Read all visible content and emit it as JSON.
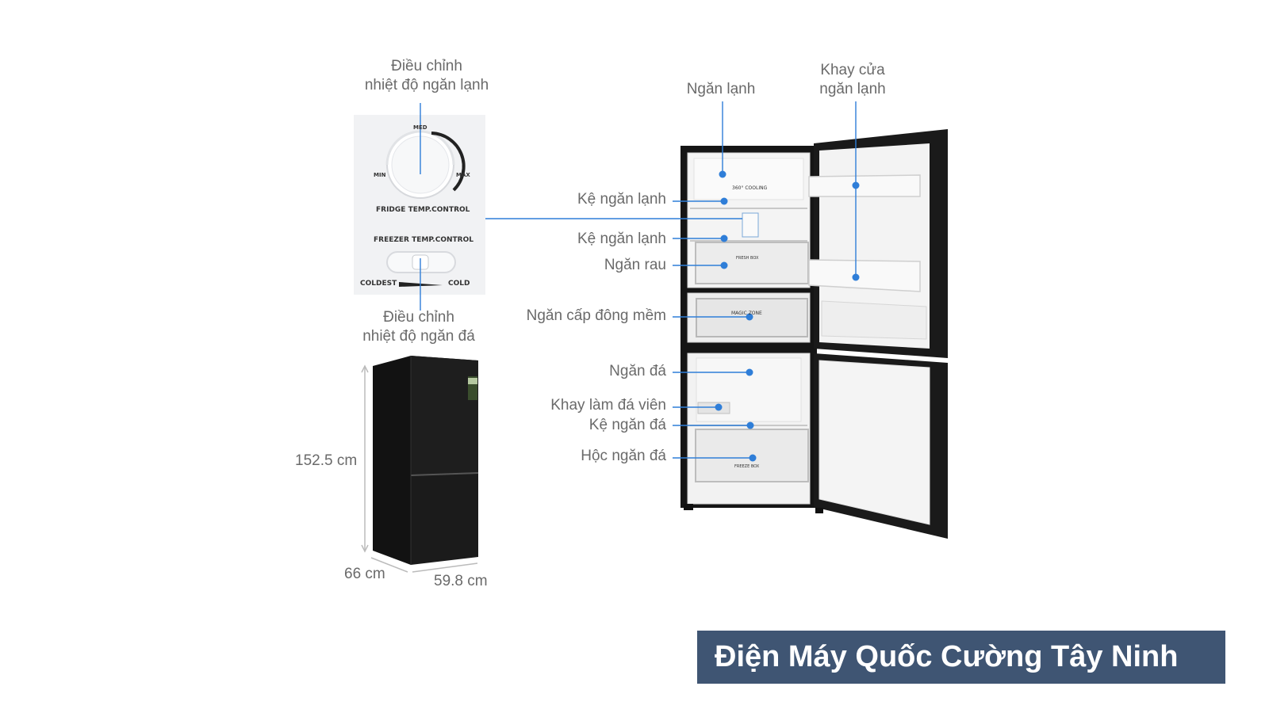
{
  "control_panel": {
    "fridge_adjust_label": "Điều chỉnh\nnhiệt độ ngăn lạnh",
    "freezer_adjust_label": "Điều chỉnh\nnhiệt độ ngăn đá",
    "dial_med": "MED",
    "dial_min": "MIN",
    "dial_max": "MAX",
    "fridge_temp_control": "FRIDGE TEMP.CONTROL",
    "freezer_temp_control": "FREEZER TEMP.CONTROL",
    "coldest": "COLDEST",
    "cold": "COLD"
  },
  "dimensions": {
    "height": "152.5 cm",
    "depth": "66 cm",
    "width": "59.8 cm"
  },
  "fridge_labels": {
    "ngan_lanh": "Ngăn lạnh",
    "khay_cua": "Khay cửa\nngăn lạnh",
    "ke_ngan_lanh_1": "Kệ ngăn lạnh",
    "ke_ngan_lanh_2": "Kệ ngăn lạnh",
    "ngan_rau": "Ngăn rau",
    "ngan_cap_dong_mem": "Ngăn cấp đông mềm",
    "ngan_da": "Ngăn đá",
    "khay_lam_da": "Khay làm đá viên",
    "ke_ngan_da": "Kệ ngăn đá",
    "hoc_ngan_da": "Hộc ngăn đá"
  },
  "interior_text": {
    "cooling": "360° COOLING",
    "fresh_box": "FRESH BOX",
    "magic_zone": "MAGIC ZONE",
    "freeze_box": "FREEZE BOX"
  },
  "watermark": "Điện Máy Quốc Cường Tây Ninh",
  "colors": {
    "callout_blue": "#2f7ed8",
    "fridge_body": "#1c1c1c",
    "watermark_bg": "#3f5573"
  }
}
